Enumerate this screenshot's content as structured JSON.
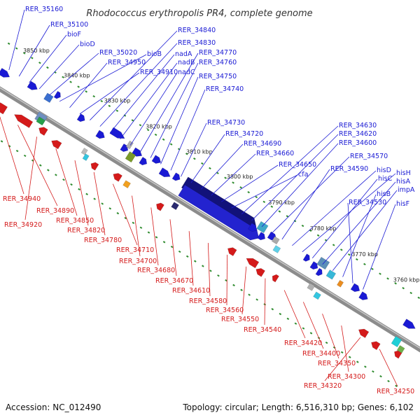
{
  "title": "Rhodococcus erythropolis PR4, complete genome",
  "footer": {
    "accession": "Accession: NC_012490",
    "topology": "Topology: circular; Length: 6,516,310 bp; Genes: 6,102"
  },
  "colors": {
    "forward_gene": "#1a1ad4",
    "reverse_gene": "#d41a1a",
    "tick": "#2e8b2e",
    "backbone": "#8c8c8c"
  },
  "kbp_markers": [
    "3850 kbp",
    "3840 kbp",
    "3830 kbp",
    "3820 kbp",
    "3810 kbp",
    "3800 kbp",
    "3790 kbp",
    "3780 kbp",
    "3770 kbp",
    "3760 kbp"
  ],
  "forward_labels": [
    {
      "text": "RER_35160"
    },
    {
      "text": "RER_35100"
    },
    {
      "text": "bioF"
    },
    {
      "text": "bioD"
    },
    {
      "text": "RER_35020"
    },
    {
      "text": "bioB"
    },
    {
      "text": "RER_34950"
    },
    {
      "text": "RER_34910"
    },
    {
      "text": "RER_34840"
    },
    {
      "text": "RER_34830"
    },
    {
      "text": "nadA"
    },
    {
      "text": "nadB"
    },
    {
      "text": "nadC"
    },
    {
      "text": "RER_34770"
    },
    {
      "text": "RER_34760"
    },
    {
      "text": "RER_34750"
    },
    {
      "text": "RER_34740"
    },
    {
      "text": "RER_34730"
    },
    {
      "text": "RER_34720"
    },
    {
      "text": "RER_34690"
    },
    {
      "text": "RER_34660"
    },
    {
      "text": "RER_34650"
    },
    {
      "text": "cfa"
    },
    {
      "text": "RER_34630"
    },
    {
      "text": "RER_34620"
    },
    {
      "text": "RER_34600"
    },
    {
      "text": "RER_34570"
    },
    {
      "text": "RER_34590"
    },
    {
      "text": "hisD"
    },
    {
      "text": "hisH"
    },
    {
      "text": "hisC"
    },
    {
      "text": "hisA"
    },
    {
      "text": "impA"
    },
    {
      "text": "hisB"
    },
    {
      "text": "RER_34530"
    },
    {
      "text": "hisF"
    }
  ],
  "reverse_labels": [
    {
      "text": "RER_34940"
    },
    {
      "text": "RER_34890"
    },
    {
      "text": "RER_34920"
    },
    {
      "text": "RER_34850"
    },
    {
      "text": "RER_34820"
    },
    {
      "text": "RER_34780"
    },
    {
      "text": "RER_34710"
    },
    {
      "text": "RER_34700"
    },
    {
      "text": "RER_34680"
    },
    {
      "text": "RER_34670"
    },
    {
      "text": "RER_34610"
    },
    {
      "text": "RER_34580"
    },
    {
      "text": "RER_34560"
    },
    {
      "text": "RER_34550"
    },
    {
      "text": "RER_34540"
    },
    {
      "text": "RER_34420"
    },
    {
      "text": "RER_34400"
    },
    {
      "text": "RER_34350"
    },
    {
      "text": "RER_34300"
    },
    {
      "text": "RER_34320"
    },
    {
      "text": "RER_34250"
    }
  ]
}
